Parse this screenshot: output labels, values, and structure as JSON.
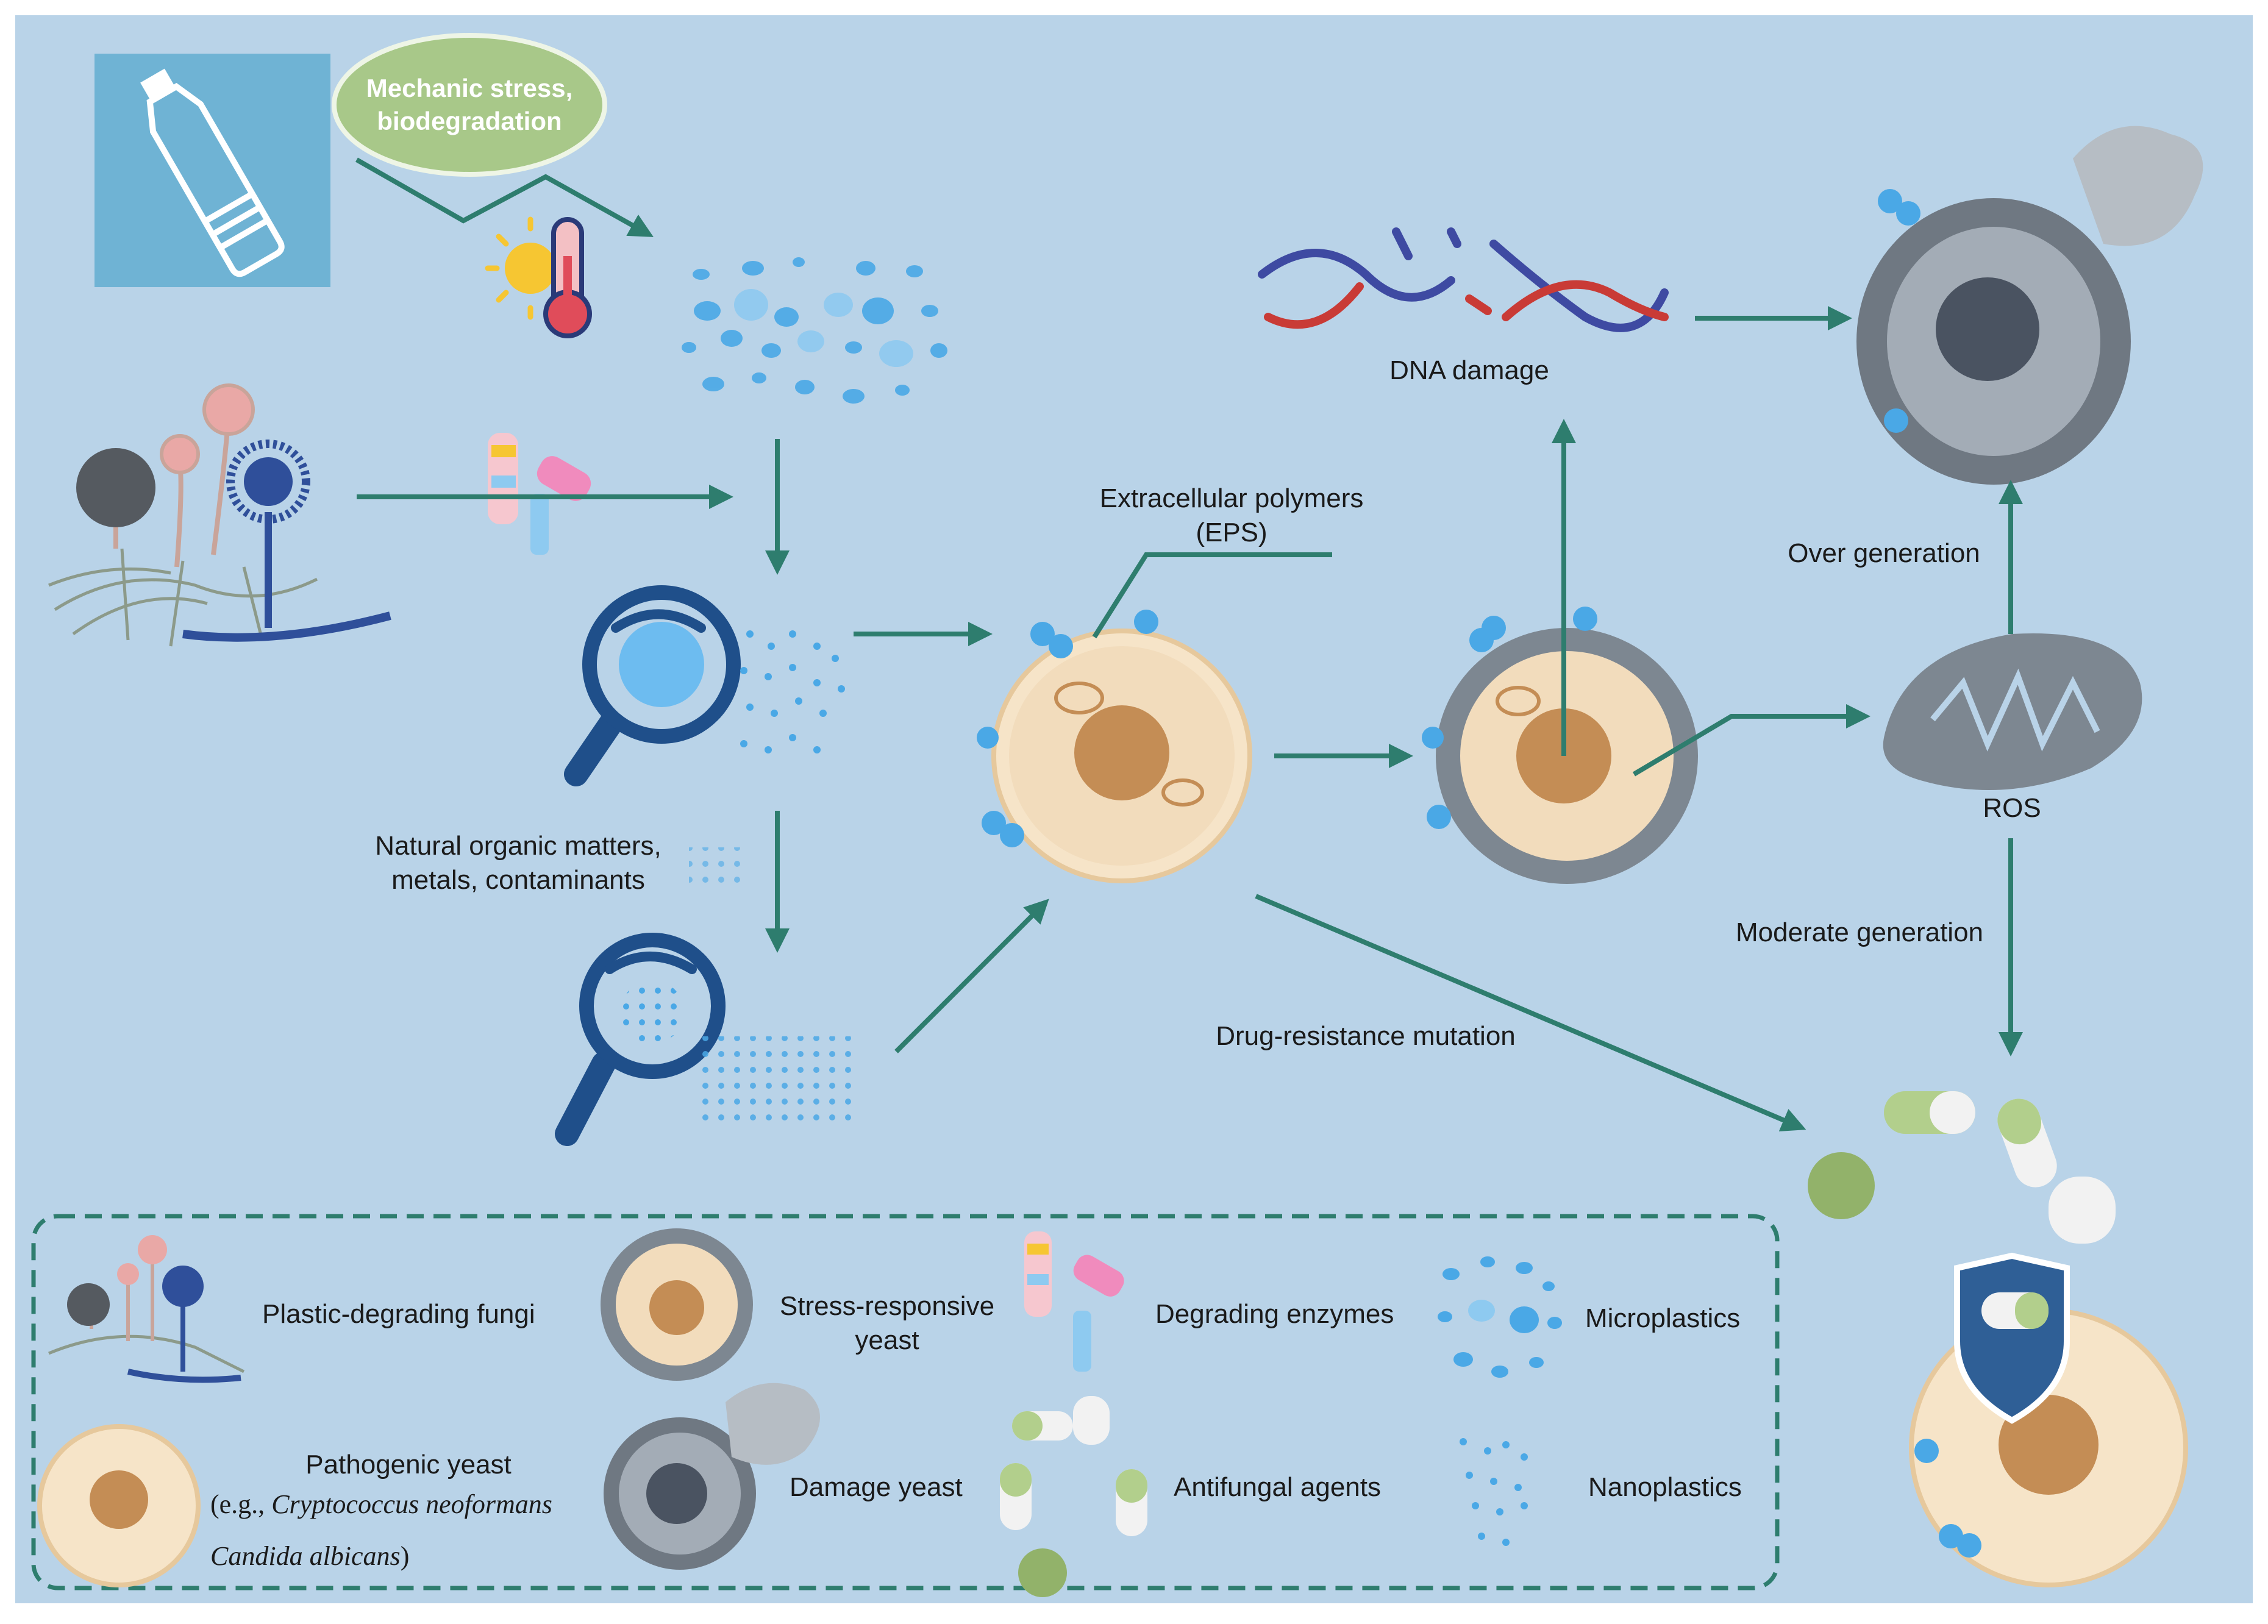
{
  "diagram": {
    "colors": {
      "background": "#b9d3e8",
      "arrow": "#2e7d6e",
      "bottle_panel": "#6fb3d4",
      "oval": "#a8c889",
      "plastic_blue": "#4aa8e6",
      "cell_body": "#f2dcbc",
      "nucleus": "#c48d55",
      "damaged_cell": "#7d8791",
      "shield": "#2f5f96",
      "magnifier": "#1f4f8a"
    },
    "top_oval": "Mechanic stress,\nbiodegradation",
    "labels": {
      "dna_damage": "DNA damage",
      "eps": "Extracellular polymers\n(EPS)",
      "natural_organic": "Natural organic matters,\nmetals, contaminants",
      "over_generation": "Over generation",
      "ros": "ROS",
      "moderate_generation": "Moderate generation",
      "drug_resistance": "Drug-resistance mutation"
    },
    "icons": [
      "bottle-icon",
      "sun-icon",
      "thermometer-icon",
      "fungi-icon",
      "enzyme-icon",
      "magnifier-icon",
      "dna-icon",
      "cell-icon",
      "mitochondrion-icon",
      "capsule-icon",
      "shield-icon"
    ]
  },
  "legend": {
    "plastic_degrading_fungi": "Plastic-degrading fungi",
    "stress_responsive_yeast": "Stress-responsive\nyeast",
    "degrading_enzymes": "Degrading enzymes",
    "microplastics": "Microplastics",
    "pathogenic_yeast": "Pathogenic yeast",
    "pathogenic_example_prefix": "(e.g., ",
    "pathogenic_example_species1": "Cryptococcus neoformans",
    "pathogenic_example_species2": "Candida albicans",
    "pathogenic_example_suffix": ")",
    "damage_yeast": "Damage yeast",
    "antifungal_agents": "Antifungal agents",
    "nanoplastics": "Nanoplastics"
  }
}
